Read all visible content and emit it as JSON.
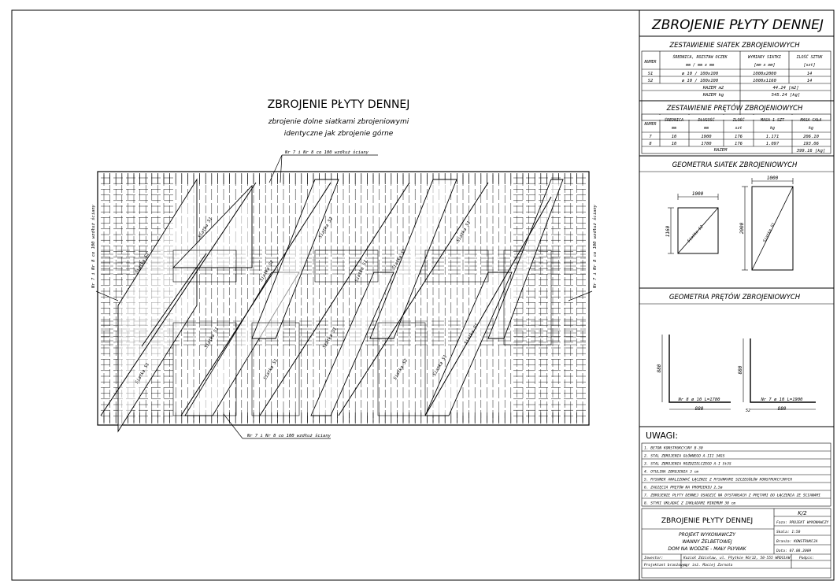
{
  "drawing": {
    "title": "ZBROJENIE PŁYTY DENNEJ",
    "subtitle1": "zbrojenie dolne siatkami zbrojeniowymi",
    "subtitle2": "identyczne jak zbrojenie górne",
    "callout_top": "Nr 7 i Nr 8 co 100 wzdłuż ściany",
    "callout_bottom": "Nr 7 i Nr 8 co 100 wzdłuż ściany",
    "callout_left": "Nr 7 i Nr 8 co 100 wzdłuż ściany",
    "callout_right": "Nr 7 i Nr 8 co 100 wzdłuż ściany",
    "mesh_labels": [
      "Siatka S1",
      "Siatka S1",
      "Siatka S1",
      "Siatka S1",
      "Siatka S1",
      "Siatka S2",
      "Siatka S1",
      "Siatka S1",
      "Siatka S1",
      "Siatka S2",
      "Siatka S1",
      "Siatka S1",
      "Siatka S2",
      "Siatka S1"
    ]
  },
  "panel": {
    "main_title": "ZBROJENIE PŁYTY DENNEJ",
    "mesh_schedule": {
      "title": "ZESTAWIENIE SIATEK ZBROJENIOWYCH",
      "headers": [
        "NUMER",
        "ŚREDNICA, ROZSTAW OCZEK",
        "WYMIARY SIATKI",
        "ILOŚĆ SZTUK"
      ],
      "units": [
        "",
        "mm / mm x mm",
        "[mm x mm]",
        "[szt]"
      ],
      "rows": [
        [
          "S1",
          "ø 10 / 100x100",
          "1000x2000",
          "14"
        ],
        [
          "S2",
          "ø 10 / 100x100",
          "1000x1160",
          "14"
        ]
      ],
      "sum_m2_label": "RAZEM m2",
      "sum_m2_value": "44.24 [m2]",
      "sum_kg_label": "RAZEM kg",
      "sum_kg_value": "545.24 [kg]"
    },
    "bar_schedule": {
      "title": "ZESTAWIENIE PRĘTÓW ZBROJENIOWYCH",
      "headers": [
        "NUMER",
        "ŚREDNICA",
        "DŁUGOŚĆ",
        "ILOŚĆ",
        "MASA 1 SZT",
        "MASA CAŁA"
      ],
      "units": [
        "",
        "mm",
        "mm",
        "szt",
        "kg",
        "kg"
      ],
      "rows": [
        [
          "7",
          "10",
          "1900",
          "176",
          "1.171",
          "206.10"
        ],
        [
          "8",
          "10",
          "1780",
          "176",
          "1.097",
          "193.06"
        ]
      ],
      "sum_label": "RAZEM",
      "sum_value": "399.16 [kg]"
    },
    "mesh_geometry": {
      "title": "GEOMETRIA SIATEK ZBROJENIOWYCH",
      "s2_width": "1000",
      "s2_height": "1160",
      "s2_label": "Siatka S2",
      "s1_width": "1000",
      "s1_height": "2000",
      "s1_label": "Siatka S1"
    },
    "bar_geometry": {
      "title": "GEOMETRIA PRĘTÓW ZBROJENIOWYCH",
      "bar8_height": "880",
      "bar8_width": "880",
      "bar8_label": "Nr 8 ø 10 L=1780",
      "bar7_height": "880",
      "bar7_width": "880",
      "bar7_label": "Nr 7 ø 10 L=1900",
      "bar7_sub": "52"
    },
    "notes": {
      "title": "UWAGI:",
      "items": [
        "1. BETON KONSTRUKCYJNY B-30",
        "2. STAL ZBROJENIA GŁÓWNEGO A-III 34GS",
        "3. STAL ZBROJENIA ROZDZIELCZEGO A-I St3S",
        "4. OTULINA ZBROJENIA 3 cm",
        "5. RYSUNEK ANALIZOWAĆ ŁĄCZNIE Z RYSUNKAMI SZCZEGÓŁÓW KONSTRUKCYJNYCH",
        "6. ZAGIĘCIA PRĘTÓW NA PROMIENIU 2,5ø",
        "7. ZBROJENIE PŁYTY DENNEJ OSADZIĆ NA DYSTANSACH Z PRĘTAMI DO ŁĄCZENIA ZE ŚCIANAMI",
        "8. STYKI UKŁADAĆ Z ZAKŁADAMI MINIMUM 30 cm"
      ]
    },
    "title_block": {
      "sheet_code": "K/2",
      "title": "ZBROJENIE PŁYTY DENNEJ",
      "phase": "Faza: PROJEKT WYKONAWCZY",
      "project1": "PROJEKT WYKONAWCZY",
      "project2": "WANNY ŻELBETOWEJ",
      "project3": "DOM NA WODZIE - MAŁY PŁYWAK",
      "scale": "Skala: 1:50",
      "branch": "Branża: KONSTRUKCJA",
      "date": "Data: 07.08.2009",
      "investor_label": "Inwestor:",
      "investor_value": "Kozioł Zdzisław, ul. Płytkie 96/12, 50-555 WROCŁAW",
      "signature_label": "Podpis:",
      "designer_label": "Projektant branżowy:",
      "designer_value": "mgr inż. Maciej Zarnota"
    }
  }
}
